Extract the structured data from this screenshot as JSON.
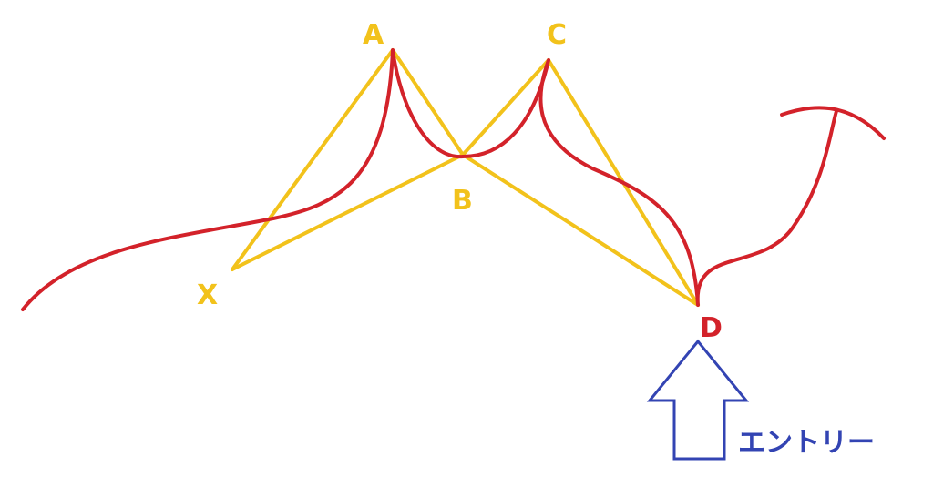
{
  "diagram": {
    "points": {
      "x": "X",
      "a": "A",
      "b": "B",
      "c": "C",
      "d": "D"
    },
    "entry_label": "エントリー",
    "colors": {
      "pattern_lines": "#F2C21B",
      "price_path": "#D3222A",
      "point_d": "#D3222A",
      "entry_arrow": "#3344B3",
      "point_labels": "#F2C21B"
    }
  }
}
